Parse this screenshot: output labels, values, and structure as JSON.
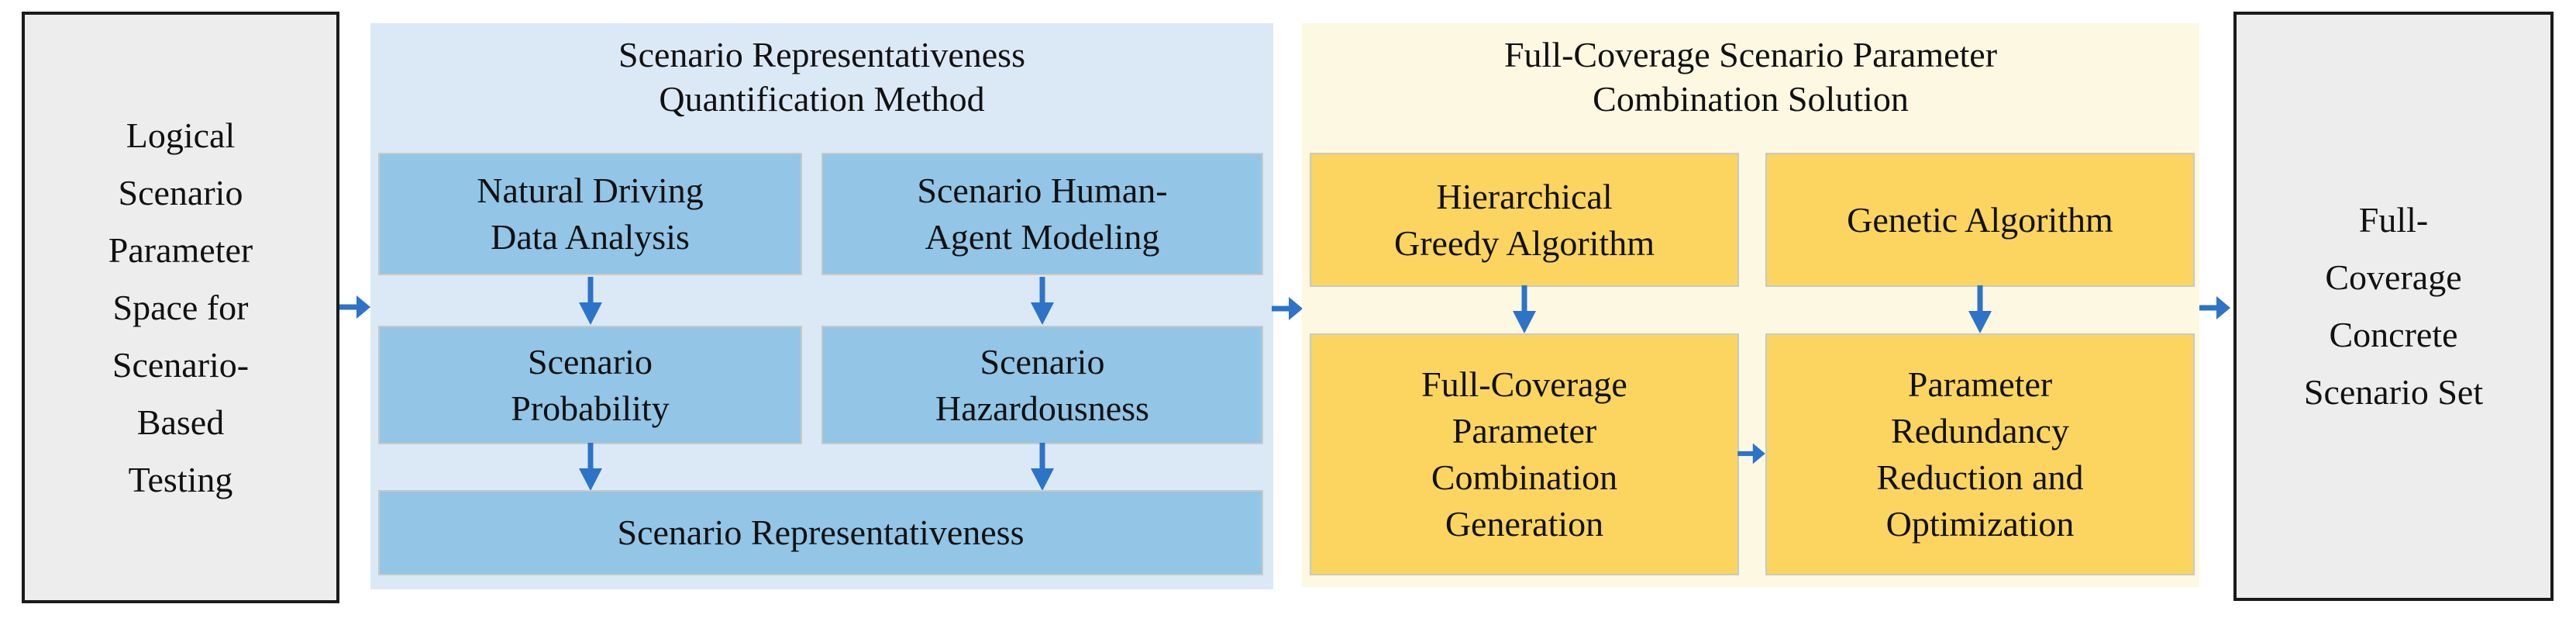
{
  "figure": {
    "input_box": {
      "label": "Logical\nScenario\nParameter\nSpace for\nScenario-\nBased\nTesting"
    },
    "output_box": {
      "label": "Full-\nCoverage\nConcrete\nScenario Set"
    },
    "method_panel": {
      "title": "Scenario Representativeness\nQuantification Method",
      "boxes": [
        {
          "label": "Natural Driving\nData Analysis"
        },
        {
          "label": "Scenario Human-\nAgent Modeling"
        },
        {
          "label": "Scenario\nProbability"
        },
        {
          "label": "Scenario\nHazardousness"
        },
        {
          "label": "Scenario Representativeness"
        }
      ]
    },
    "solution_panel": {
      "title": "Full-Coverage Scenario Parameter\nCombination Solution",
      "boxes": [
        {
          "label": "Hierarchical\nGreedy Algorithm"
        },
        {
          "label": "Genetic Algorithm"
        },
        {
          "label": "Full-Coverage\nParameter\nCombination\nGeneration"
        },
        {
          "label": "Parameter\nRedundancy\nReduction and\nOptimization"
        }
      ]
    },
    "colors": {
      "panel_blue": "#dbe9f6",
      "box_blue": "#92c5e6",
      "panel_yellow": "#fdf8e2",
      "box_yellow": "#fbd55f",
      "box_gray": "#ededed",
      "arrow_blue": "#2d73c8"
    }
  }
}
